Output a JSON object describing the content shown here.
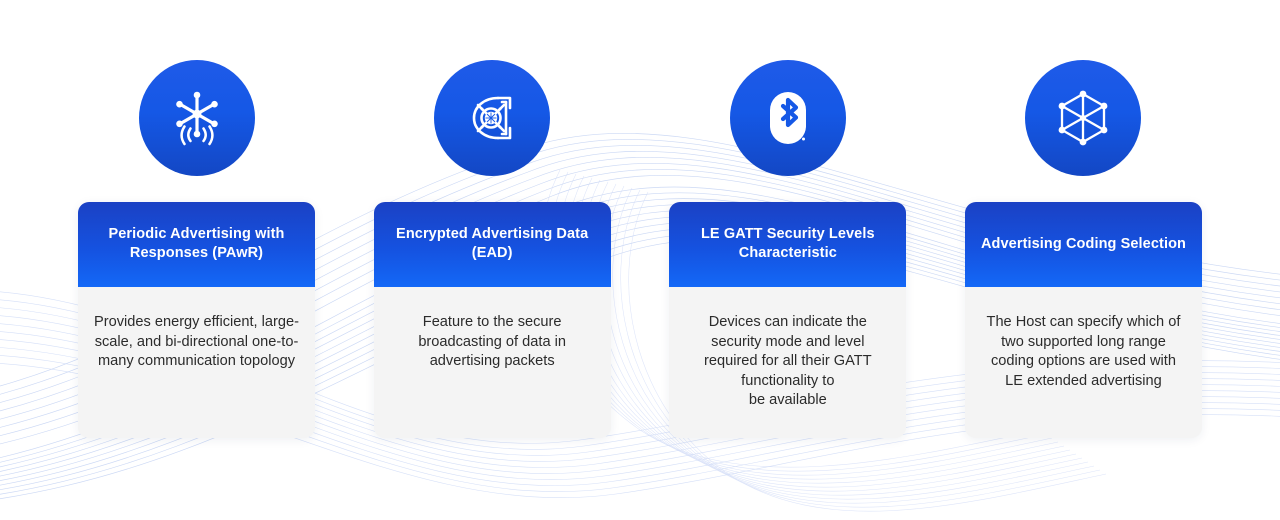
{
  "theme": {
    "page_background": "#ffffff",
    "accent_blue": "#1558e6",
    "header_gradient_top": "#1b41c4",
    "header_gradient_bottom": "#1468f7",
    "card_body_background": "#f4f4f4",
    "body_text_color": "#2b2b2b",
    "wave_line_color": "#c7d4f5"
  },
  "cards": [
    {
      "icon": "star-topology-wireless-icon",
      "title": "Periodic Advertising with Responses (PAwR)",
      "description": "Provides energy efficient, large-scale, and bi-directional one-to-many communication topology"
    },
    {
      "icon": "vault-safe-lock-icon",
      "title": "Encrypted Advertising Data (EAD)",
      "description": "Feature to the secure broadcasting of data in advertising packets"
    },
    {
      "icon": "bluetooth-logo-icon",
      "title": "LE GATT Security Levels Characteristic",
      "description": "Devices can indicate the security mode and level required for all their GATT functionality to\nbe available"
    },
    {
      "icon": "mesh-network-hexagon-icon",
      "title": "Advertising Coding Selection",
      "description": "The Host can specify which of two supported long range coding options are used with LE extended advertising"
    }
  ]
}
